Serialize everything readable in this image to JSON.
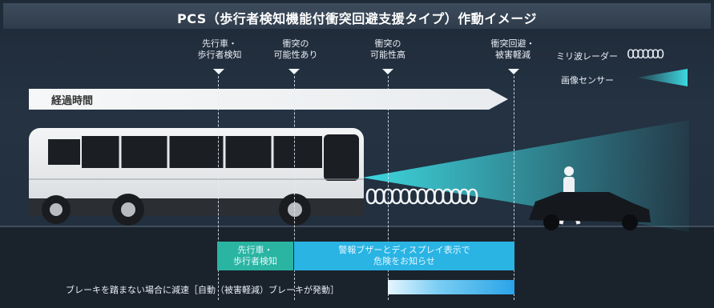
{
  "title": "PCS（歩行者検知機能付衝突回避支援タイプ）作動イメージ",
  "stages": [
    {
      "label_line1": "先行車・",
      "label_line2": "歩行者検知"
    },
    {
      "label_line1": "衝突の",
      "label_line2": "可能性あり"
    },
    {
      "label_line1": "衝突の",
      "label_line2": "可能性高"
    },
    {
      "label_line1": "衝突回避・",
      "label_line2": "被害軽減"
    }
  ],
  "timeline_label": "経過時間",
  "legend": {
    "radar_label": "ミリ波レーダー",
    "radar_rings": "0000000",
    "camera_label": "画像センサー"
  },
  "wave_rings": "0000000000000",
  "phases": {
    "detect_line1": "先行車・",
    "detect_line2": "歩行者検知",
    "warn_line1": "警報ブザーとディスプレイ表示で",
    "warn_line2": "危険をお知らせ"
  },
  "brake_text": "ブレーキを踏まない場合に減速［自動（被害軽減）ブレーキが発動］",
  "colors": {
    "teal_phase": "#2ab5a2",
    "blue_phase": "#29b4e4",
    "background": "#22303f",
    "sensor_beam": "#3fe0e8"
  }
}
